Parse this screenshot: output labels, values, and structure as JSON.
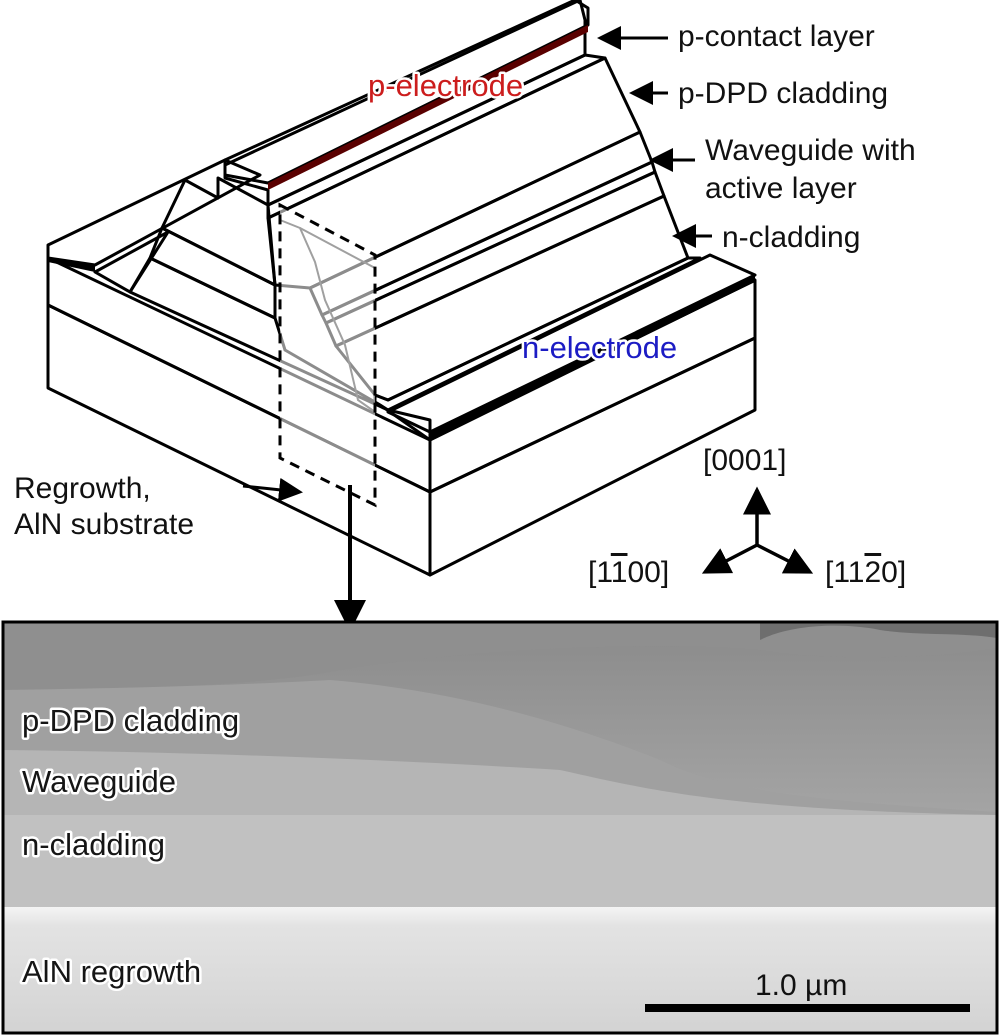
{
  "colors": {
    "substrate_front": "#d8925c",
    "substrate_side": "#c4642d",
    "n_layer_front": "#b3d2e6",
    "n_layer_side": "#5fa3d0",
    "n_electrode": "#141494",
    "p_electrode": "#990000",
    "p_electrode_label": "#cc1d1d",
    "n_electrode_label": "#1c1cc4",
    "p_cladding": "#d9a7bf",
    "p_cladding_dark": "#ce8fb0",
    "waveguide": "#ecd3e1",
    "active_layer": "#d27ad4",
    "sem_background": "#9a9a9a"
  },
  "diagram": {
    "labels": {
      "p_contact_layer": "p-contact layer",
      "p_dpd_cladding": "p-DPD cladding",
      "waveguide_line1": "Waveguide with",
      "waveguide_line2": "active layer",
      "n_cladding": "n-cladding",
      "regrowth_line1": "Regrowth,",
      "regrowth_line2": "AlN substrate"
    },
    "electrodes": {
      "p": "p-electrode",
      "n": "n-electrode"
    },
    "axes": {
      "c": "[0001]",
      "m_prefix": "[1",
      "m_bar": "1",
      "m_suffix": "00]",
      "a_prefix": "[11",
      "a_bar": "2",
      "a_suffix": "0]"
    }
  },
  "sem": {
    "labels": {
      "p_dpd_cladding": "p-DPD cladding",
      "waveguide": "Waveguide",
      "n_cladding": "n-cladding",
      "aln_regrowth": "AlN regrowth"
    },
    "scale_bar": "1.0 µm"
  }
}
